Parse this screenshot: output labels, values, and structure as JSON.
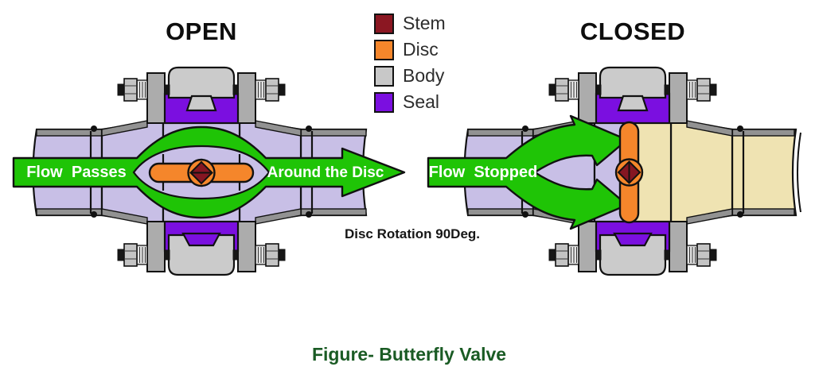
{
  "figure": {
    "titles": {
      "open": "OPEN",
      "closed": "CLOSED"
    },
    "caption": "Figure- Butterfly Valve",
    "annotation": "Disc Rotation 90Deg.",
    "flow_labels": {
      "passes": "Flow  Passes",
      "around": "Around the Disc",
      "stopped": "Flow  Stopped"
    }
  },
  "legend": {
    "items": [
      {
        "label": "Stem",
        "color": "#8B1722"
      },
      {
        "label": "Disc",
        "color": "#F5862B"
      },
      {
        "label": "Body",
        "color": "#C8C8C8"
      },
      {
        "label": "Seal",
        "color": "#7B0FE0"
      }
    ]
  },
  "colors": {
    "flow": "#1FC406",
    "lavender": "#C8BFE6",
    "beige": "#EFE3B2",
    "seal": "#7B0FE0",
    "disc": "#F5862B",
    "stem": "#851622",
    "body_gray": "#CBCBCB",
    "plate_gray": "#ACACAC",
    "rim_gray": "#929292",
    "caption_green": "#1A5B24"
  }
}
